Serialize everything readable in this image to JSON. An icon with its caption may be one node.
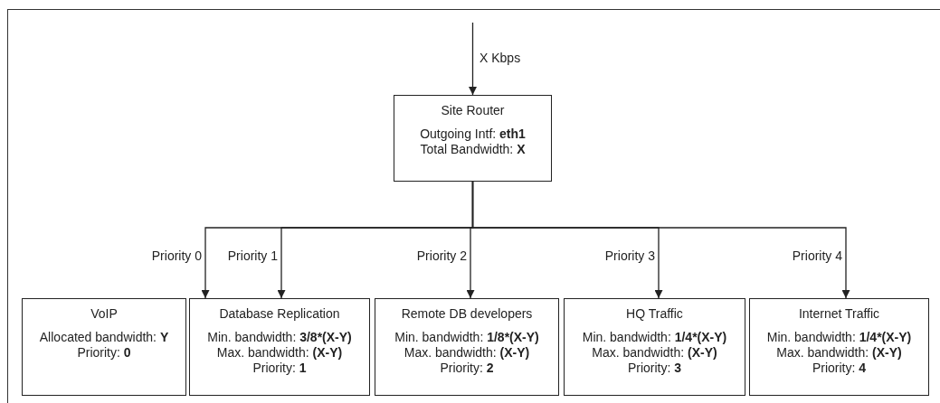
{
  "diagram": {
    "nodes": [
      {
        "text": [
          "Site Router",
          "Outgoing Intf: **eth1**",
          "Total Bandwidth: **X**"
        ]
      },
      {
        "text": [
          "VoIP",
          "Allocated bandwidth: **Y**",
          "Priority: **0**"
        ]
      },
      {
        "text": [
          "Database Replication",
          "Min. bandwidth: **3/8*(X-Y)**",
          "Max. bandwidth: **(X-Y)**",
          "Priority: **1**"
        ]
      },
      {
        "text": [
          "Remote DB developers",
          "Min. bandwidth: **1/8*(X-Y)**",
          "Max. bandwidth: **(X-Y)**",
          "Priority: **2**"
        ]
      },
      {
        "text": [
          "HQ Traffic",
          "Min. bandwidth: **1/4*(X-Y)**",
          "Max. bandwidth: **(X-Y)**",
          "Priority: **3**"
        ]
      },
      {
        "text": [
          "Internet Traffic",
          "Min. bandwidth: **1/4*(X-Y)**",
          "Max. bandwidth: **(X-Y)**",
          "Priority: **4**"
        ]
      }
    ],
    "edges": [
      {
        "from": null,
        "to": 0,
        "arrow": "to",
        "label": "X Kbps"
      },
      {
        "from": 0,
        "to": 1,
        "arrow": "to",
        "label": "Priority 0"
      },
      {
        "from": 0,
        "to": 2,
        "arrow": "to",
        "label": "Priority 1"
      },
      {
        "from": 0,
        "to": 3,
        "arrow": "to",
        "label": "Priority 2"
      },
      {
        "from": 0,
        "to": 4,
        "arrow": "to",
        "label": "Priority 3"
      },
      {
        "from": 0,
        "to": 5,
        "arrow": "to",
        "label": "Priority 4"
      }
    ]
  }
}
